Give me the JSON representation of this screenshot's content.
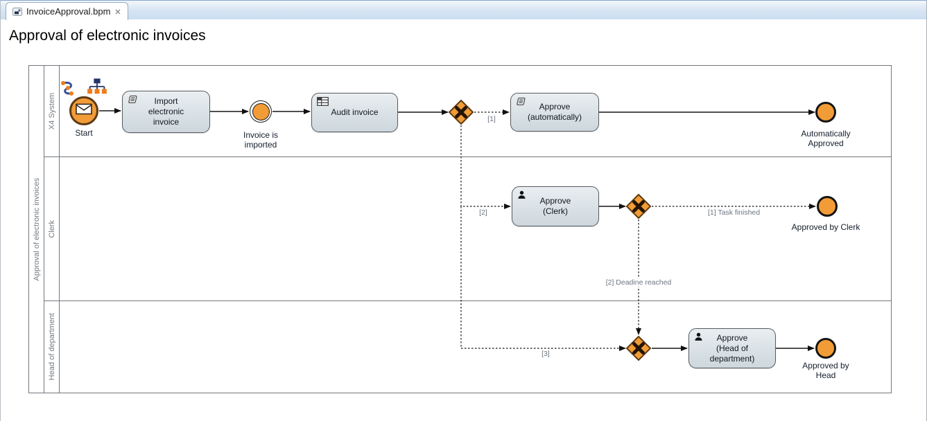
{
  "window": {
    "tab": {
      "icon": "bpm-file-icon",
      "title": "InvoiceApproval.bpm",
      "close_icon": "close-icon"
    }
  },
  "page": {
    "title": "Approval of electronic invoices"
  },
  "pool": {
    "label": "Approval of electronic invoices",
    "lanes": [
      {
        "label": "X4 System"
      },
      {
        "label": "Clerk"
      },
      {
        "label": "Head of department"
      }
    ]
  },
  "nodes": {
    "start": {
      "type": "start-event",
      "icon": "envelope-icon",
      "label": "Start"
    },
    "decorators": [
      {
        "icon": "flow-squiggle-icon"
      },
      {
        "icon": "org-chart-icon"
      }
    ],
    "import_invoice": {
      "type": "task",
      "icon": "script-icon",
      "label": "Import\nelectronic\ninvoice"
    },
    "invoice_imported": {
      "type": "intermediate-event",
      "label": "Invoice is\nimported"
    },
    "audit_invoice": {
      "type": "task",
      "icon": "table-icon",
      "label": "Audit invoice"
    },
    "gateway_main": {
      "type": "xor-gateway"
    },
    "approve_auto": {
      "type": "task",
      "icon": "script-icon",
      "label": "Approve\n(automatically)"
    },
    "end_auto": {
      "type": "end-event",
      "label": "Automatically\nApproved"
    },
    "approve_clerk": {
      "type": "task",
      "icon": "user-icon",
      "label": "Approve\n(Clerk)"
    },
    "gateway_clerk": {
      "type": "xor-gateway"
    },
    "end_clerk": {
      "type": "end-event",
      "label": "Approved by Clerk"
    },
    "gateway_head": {
      "type": "xor-gateway"
    },
    "approve_head": {
      "type": "task",
      "icon": "user-icon",
      "label": "Approve\n(Head of\ndepartment)"
    },
    "end_head": {
      "type": "end-event",
      "label": "Approved by\nHead"
    }
  },
  "edges": {
    "to_auto": "[1]",
    "to_clerk": "[2]",
    "to_head": "[3]",
    "task_finished": "[1] Task finished",
    "deadline_reached": "[2] Deadine reached"
  },
  "colors": {
    "event_fill": "#F29C38",
    "task_fill": "#D9E0E5",
    "gateway_fill": "#F29C38",
    "tab_strip": "#D6E4F3",
    "lane_border": "#71767C"
  }
}
